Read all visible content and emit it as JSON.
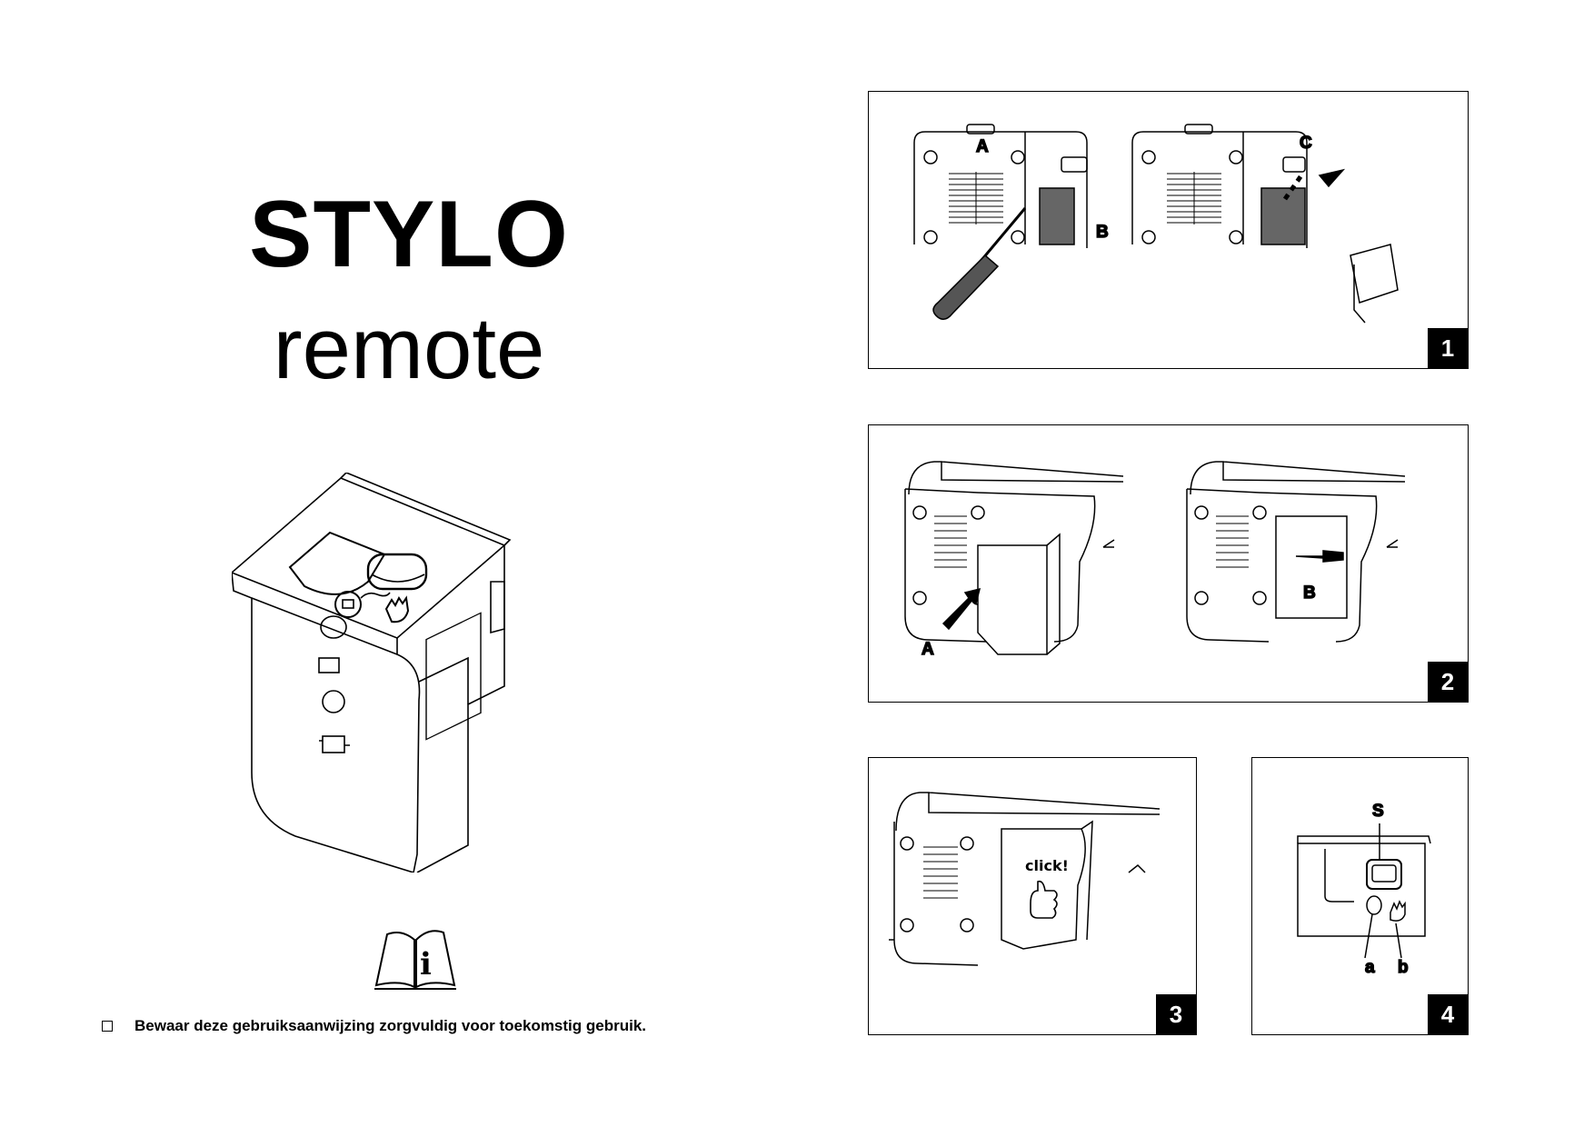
{
  "title": "STYLO",
  "subtitle": "remote",
  "notice": "Bewaar deze gebruiksaanwijzing zorgvuldig voor toekomstig gebruik.",
  "icons": [
    "info-manual-icon",
    "checkbox-bullet-icon",
    "touch-hand-icon",
    "remote-receiver-icon"
  ],
  "panels": [
    {
      "number": "1",
      "labels": {
        "a": "A",
        "b": "B",
        "c": "C"
      }
    },
    {
      "number": "2",
      "labels": {
        "a": "A",
        "b": "B"
      }
    },
    {
      "number": "3",
      "labels": {
        "click": "click!"
      }
    },
    {
      "number": "4",
      "labels": {
        "s": "S",
        "a": "a",
        "b": "b"
      }
    }
  ]
}
